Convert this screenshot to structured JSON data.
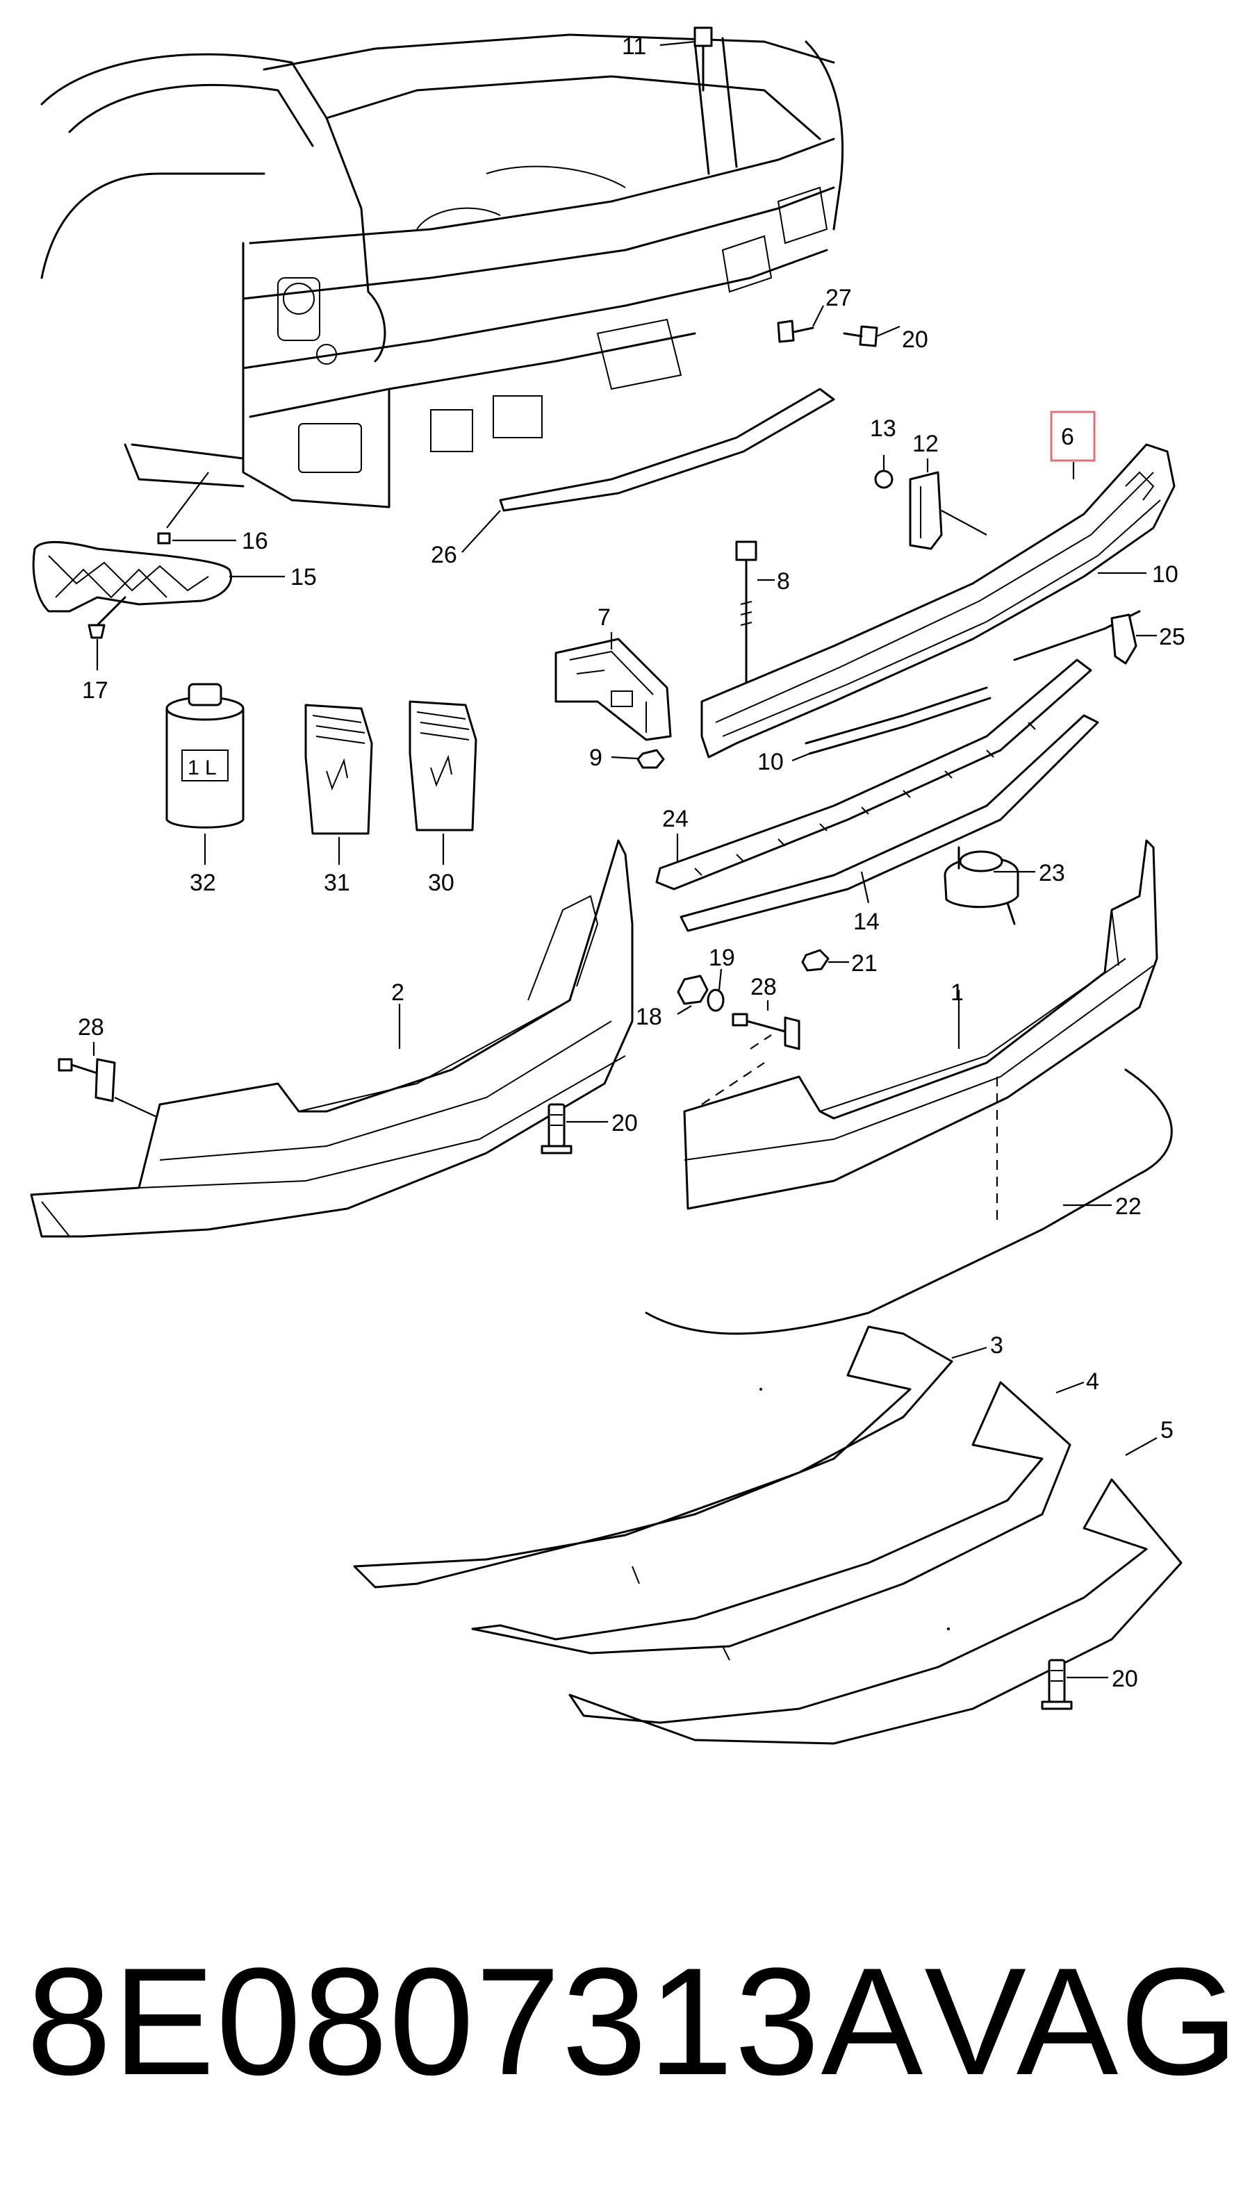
{
  "highlight_color": "#e0707a",
  "callouts": {
    "c1": "1",
    "c2": "2",
    "c3": "3",
    "c4": "4",
    "c5": "5",
    "c6": "6",
    "c7": "7",
    "c8": "8",
    "c9": "9",
    "c10a": "10",
    "c10b": "10",
    "c11": "11",
    "c12": "12",
    "c13": "13",
    "c14": "14",
    "c15": "15",
    "c16": "16",
    "c17": "17",
    "c18": "18",
    "c19": "19",
    "c20a": "20",
    "c20b": "20",
    "c20c": "20",
    "c21": "21",
    "c22": "22",
    "c23": "23",
    "c24": "24",
    "c25": "25",
    "c26": "26",
    "c27": "27",
    "c28a": "28",
    "c28b": "28",
    "c30": "30",
    "c31": "31",
    "c32": "32"
  },
  "can_label": "1 L",
  "footer": {
    "part_number": "8E0807313A",
    "brand": "VAG"
  }
}
